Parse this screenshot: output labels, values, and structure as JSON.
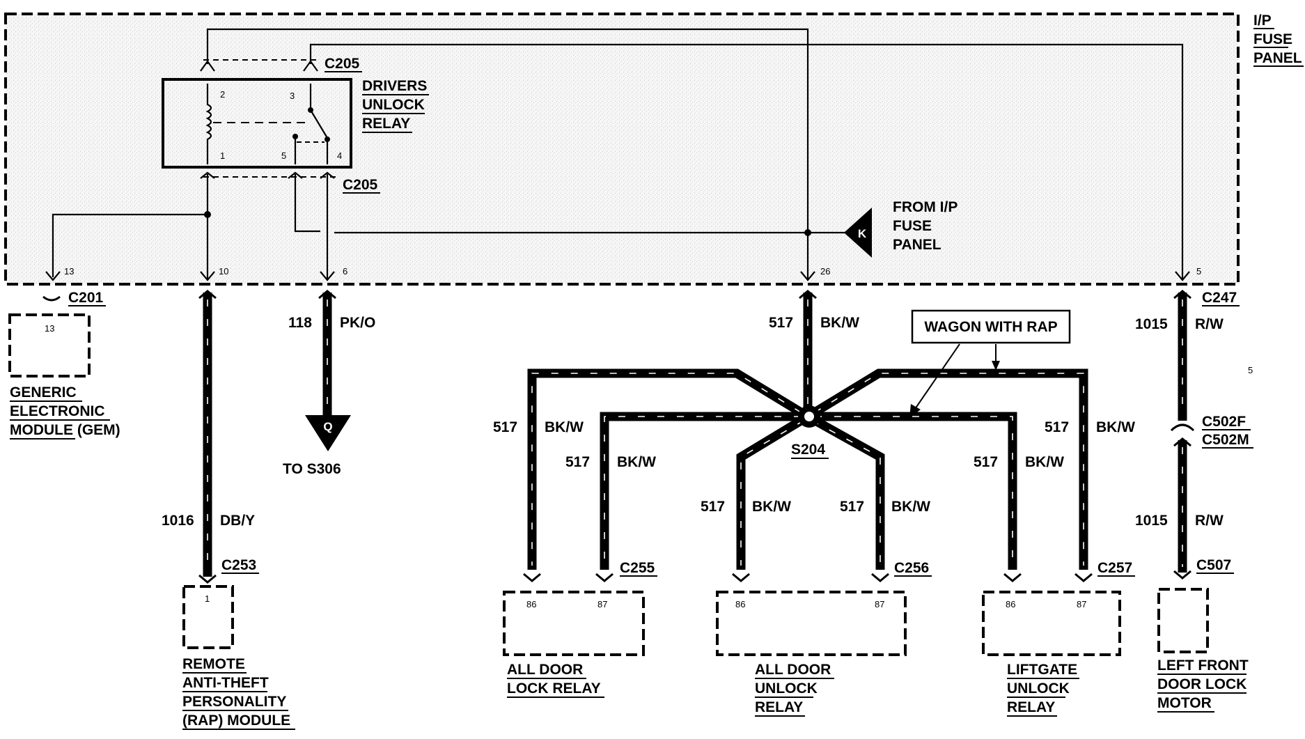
{
  "fuse_panel": {
    "line1": "I/P",
    "line2": "FUSE",
    "line3": "PANEL"
  },
  "relay": {
    "line1": "DRIVERS",
    "line2": "UNLOCK",
    "line3": "RELAY",
    "pins": [
      "2",
      "3",
      "1",
      "5",
      "4"
    ]
  },
  "connectors": {
    "c205_top": "C205",
    "c205_bot": "C205",
    "c201": "C201",
    "c247": "C247",
    "c502f": "C502F",
    "c502m": "C502M",
    "c253": "C253",
    "c255": "C255",
    "c256": "C256",
    "c257": "C257",
    "c507": "C507"
  },
  "fuse_pins": {
    "p13": "13",
    "p10": "10",
    "p6": "6",
    "p26": "26",
    "p5": "5"
  },
  "from_fuse": {
    "marker": "K",
    "line1": "FROM I/P",
    "line2": "FUSE",
    "line3": "PANEL"
  },
  "to_s306": {
    "marker": "Q",
    "label": "TO S306"
  },
  "splice": "S204",
  "stray_label": "5",
  "wagon_note": "WAGON WITH RAP",
  "wires": {
    "w118": {
      "circuit": "118",
      "color": "PK/O"
    },
    "w1016": {
      "circuit": "1016",
      "color": "DB/Y"
    },
    "w517_main": {
      "circuit": "517",
      "color": "BK/W"
    },
    "w517_a": {
      "circuit": "517",
      "color": "BK/W"
    },
    "w517_b": {
      "circuit": "517",
      "color": "BK/W"
    },
    "w517_c": {
      "circuit": "517",
      "color": "BK/W"
    },
    "w517_d": {
      "circuit": "517",
      "color": "BK/W"
    },
    "w517_e": {
      "circuit": "517",
      "color": "BK/W"
    },
    "w517_f": {
      "circuit": "517",
      "color": "BK/W"
    },
    "w1015_top": {
      "circuit": "1015",
      "color": "R/W"
    },
    "w1015_bot": {
      "circuit": "1015",
      "color": "R/W"
    }
  },
  "components": {
    "gem": {
      "pin": "13",
      "line1": "GENERIC",
      "line2": "ELECTRONIC",
      "line3": "MODULE (GEM)"
    },
    "rap": {
      "pin": "1",
      "line1": "REMOTE",
      "line2": "ANTI-THEFT",
      "line3": "PERSONALITY",
      "line4": "(RAP) MODULE"
    },
    "lock_relay": {
      "pin_a": "86",
      "pin_b": "87",
      "line1": "ALL DOOR",
      "line2": "LOCK RELAY"
    },
    "unlock_relay": {
      "pin_a": "86",
      "pin_b": "87",
      "line1": "ALL DOOR",
      "line2": "UNLOCK",
      "line3": "RELAY"
    },
    "liftgate_relay": {
      "pin_a": "86",
      "pin_b": "87",
      "line1": "LIFTGATE",
      "line2": "UNLOCK",
      "line3": "RELAY"
    },
    "door_motor": {
      "line1": "LEFT FRONT",
      "line2": "DOOR LOCK",
      "line3": "MOTOR"
    }
  }
}
